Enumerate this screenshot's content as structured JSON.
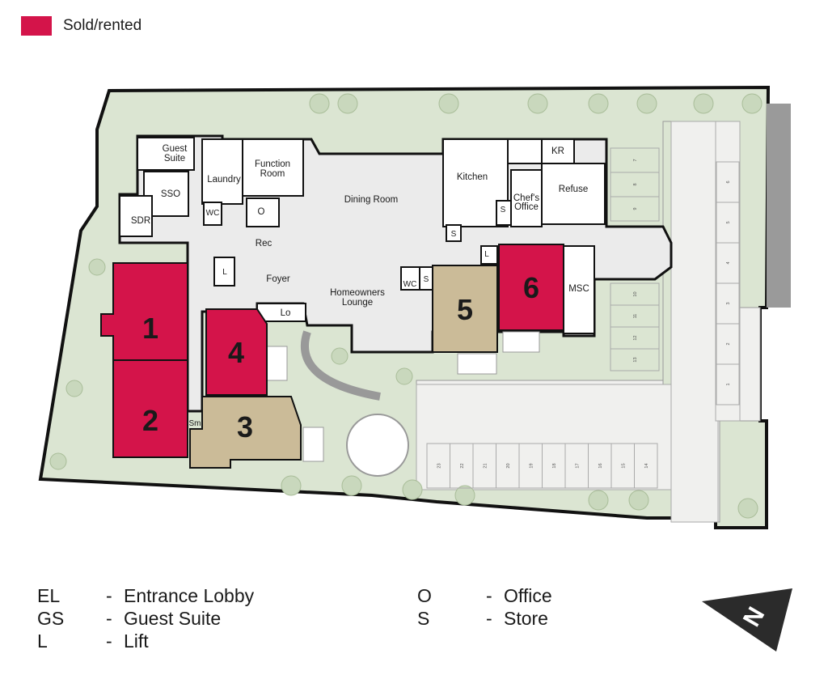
{
  "legend": {
    "label": "Sold/rented",
    "color": "#d4144a"
  },
  "colors": {
    "sold": "#d4144a",
    "available": "#cbbb98",
    "building_floor": "#ebebeb",
    "landscape": "#dbe5d2",
    "paving": "#f0f0ee",
    "tree": "#c9d8bd",
    "wall": "#111111"
  },
  "rooms": {
    "guest_suite": [
      "Guest",
      "Suite"
    ],
    "laundry": "Laundry",
    "function_room": [
      "Function",
      "Room"
    ],
    "dining_room": "Dining Room",
    "kitchen": "Kitchen",
    "kr": "KR",
    "refuse": "Refuse",
    "chefs_office": [
      "Chef's",
      "Office"
    ],
    "sso": "SSO",
    "sdr": "SDR",
    "wc_1": "WC",
    "wc_2": "WC",
    "office": "O",
    "rec": "Rec",
    "foyer": "Foyer",
    "lift_1": "L",
    "lift_2": "L",
    "homeowners_lounge": [
      "Homeowners",
      "Lounge"
    ],
    "store_1": "S",
    "store_2": "S",
    "store_3": "S",
    "msc": "MSC",
    "lo": "Lo",
    "sm": "Sm"
  },
  "units": [
    {
      "number": "1",
      "status": "sold"
    },
    {
      "number": "2",
      "status": "sold"
    },
    {
      "number": "3",
      "status": "available"
    },
    {
      "number": "4",
      "status": "sold"
    },
    {
      "number": "5",
      "status": "available"
    },
    {
      "number": "6",
      "status": "sold"
    }
  ],
  "parking_bays": {
    "bottom_row": [
      "23",
      "22",
      "21",
      "20",
      "19",
      "18",
      "17",
      "16",
      "15",
      "14"
    ],
    "right_inner": [
      "10",
      "11",
      "12",
      "13"
    ],
    "top_right": [
      "7",
      "8",
      "9"
    ],
    "far_right": [
      "6",
      "5",
      "4",
      "3",
      "2",
      "1"
    ]
  },
  "key_left": [
    {
      "abbr": "EL",
      "dash": "-",
      "desc": "Entrance Lobby"
    },
    {
      "abbr": "GS",
      "dash": "-",
      "desc": "Guest Suite"
    },
    {
      "abbr": "L",
      "dash": "-",
      "desc": "Lift"
    }
  ],
  "key_right": [
    {
      "abbr": "O",
      "dash": "-",
      "desc": "Office"
    },
    {
      "abbr": "S",
      "dash": "-",
      "desc": "Store"
    }
  ],
  "north_arrow": {
    "label": "N",
    "icon": "north-arrow-icon"
  }
}
